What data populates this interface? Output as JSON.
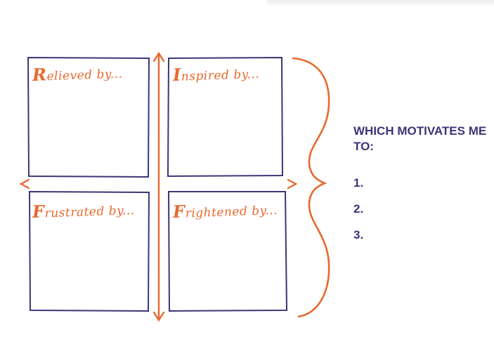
{
  "quadrants": [
    {
      "id": "relieved",
      "cap": "R",
      "rest": "elieved by..."
    },
    {
      "id": "inspired",
      "cap": "I",
      "rest": "nspired by..."
    },
    {
      "id": "frustrated",
      "cap": "F",
      "rest": "rustrated by..."
    },
    {
      "id": "frightened",
      "cap": "F",
      "rest": "rightened by..."
    }
  ],
  "side": {
    "heading": "WHICH MOTIVATES ME TO:",
    "items": [
      "1.",
      "2.",
      "3."
    ]
  },
  "colors": {
    "accent": "#e8692d",
    "box_stroke": "#3d3477",
    "text": "#3d3477"
  }
}
